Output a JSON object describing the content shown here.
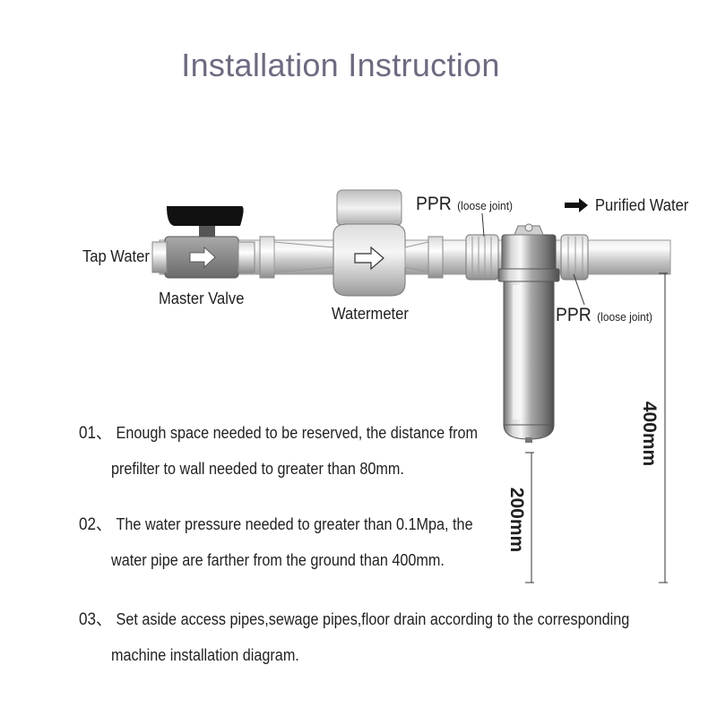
{
  "title": "Installation Instruction",
  "labels": {
    "tap_water": "Tap Water",
    "master_valve": "Master Valve",
    "watermeter": "Watermeter",
    "ppr_top_main": "PPR",
    "ppr_top_note": "(loose joint)",
    "purified_water": "Purified Water",
    "ppr_right_main": "PPR",
    "ppr_right_note": "(loose joint)"
  },
  "dimensions": {
    "height_from_ground": "400mm",
    "gap_below_filter": "200mm"
  },
  "steps": [
    {
      "number": "01、",
      "line1": "Enough space needed to be reserved, the distance from",
      "line2": "prefilter to wall needed to greater than 80mm."
    },
    {
      "number": "02、",
      "line1": "The water pressure needed to greater than 0.1Mpa, the",
      "line2": "water pipe are farther from the ground than 400mm."
    },
    {
      "number": "03、",
      "line1": "Set aside access pipes,sewage pipes,floor drain according to the corresponding",
      "line2": "machine installation diagram."
    }
  ]
}
